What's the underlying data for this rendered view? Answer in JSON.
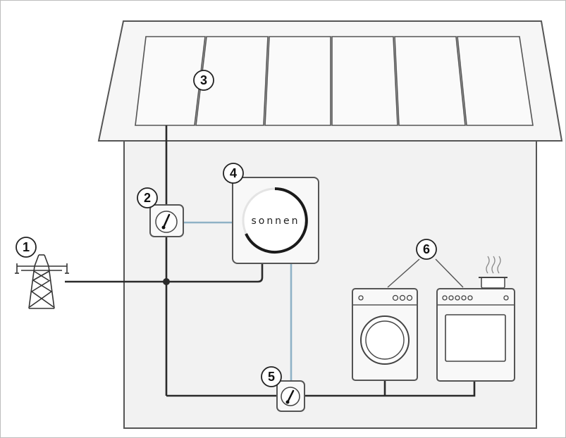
{
  "diagram": {
    "markers": {
      "grid": "1",
      "meter_grid": "2",
      "solar_panels": "3",
      "battery": "4",
      "meter_consumption": "5",
      "appliances": "6"
    },
    "battery_brand": "sonnen",
    "icons": {
      "pylon": "power-pylon-icon",
      "meter": "gauge-meter-icon",
      "washer": "washing-machine-icon",
      "oven": "stove-oven-icon",
      "pot": "cooking-pot-icon"
    },
    "colors": {
      "line_dark": "#2a2a2a",
      "line_blue": "#8fb2c6",
      "outline": "#555555",
      "fill_light": "#f4f4f4",
      "background": "#ffffff"
    }
  }
}
